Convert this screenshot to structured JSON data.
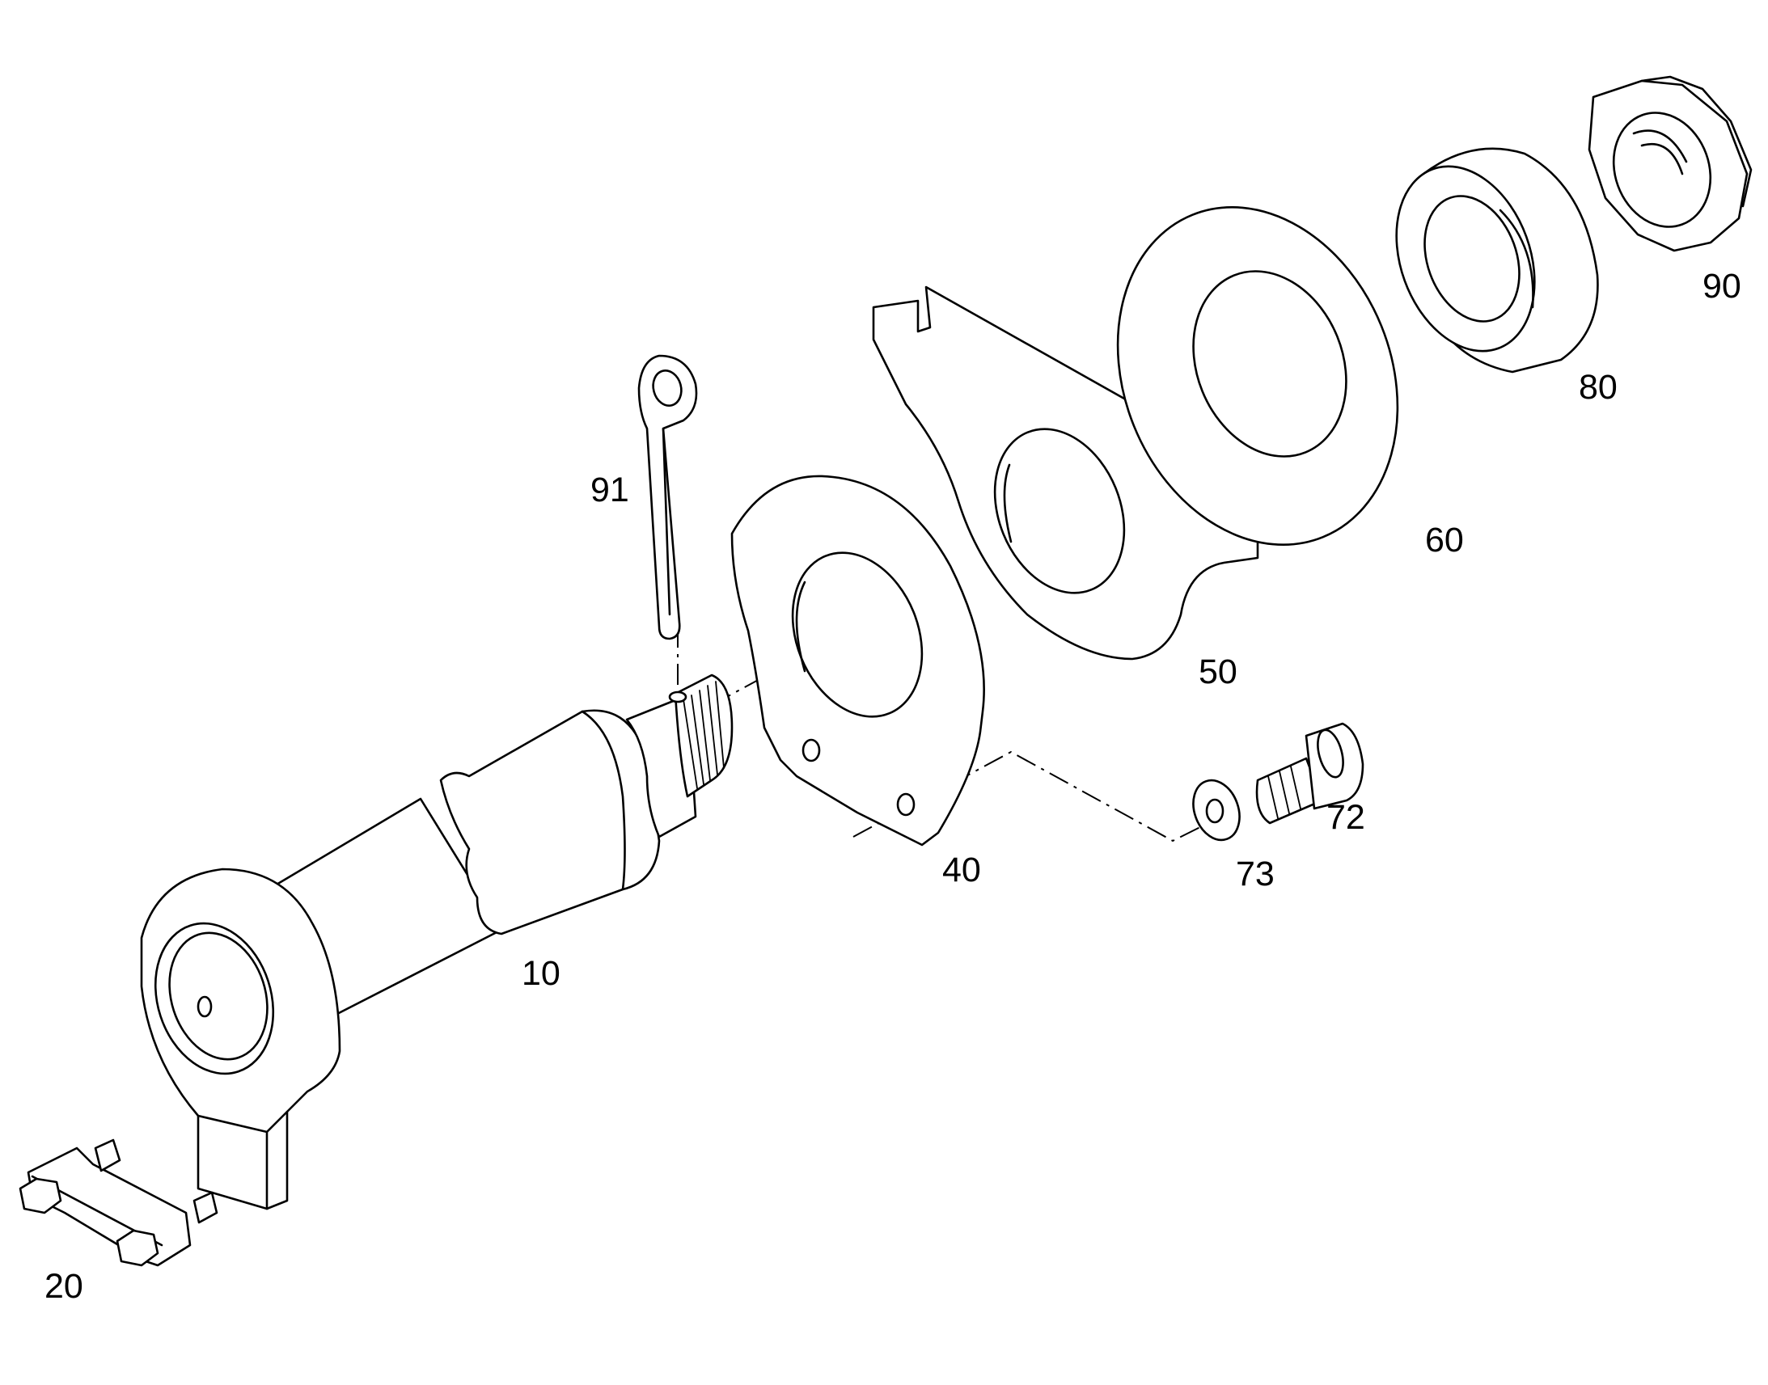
{
  "diagram": {
    "labels": {
      "p10": "10",
      "p20": "20",
      "p40": "40",
      "p50": "50",
      "p60": "60",
      "p72": "72",
      "p73": "73",
      "p80": "80",
      "p90": "90",
      "p91": "91"
    }
  }
}
